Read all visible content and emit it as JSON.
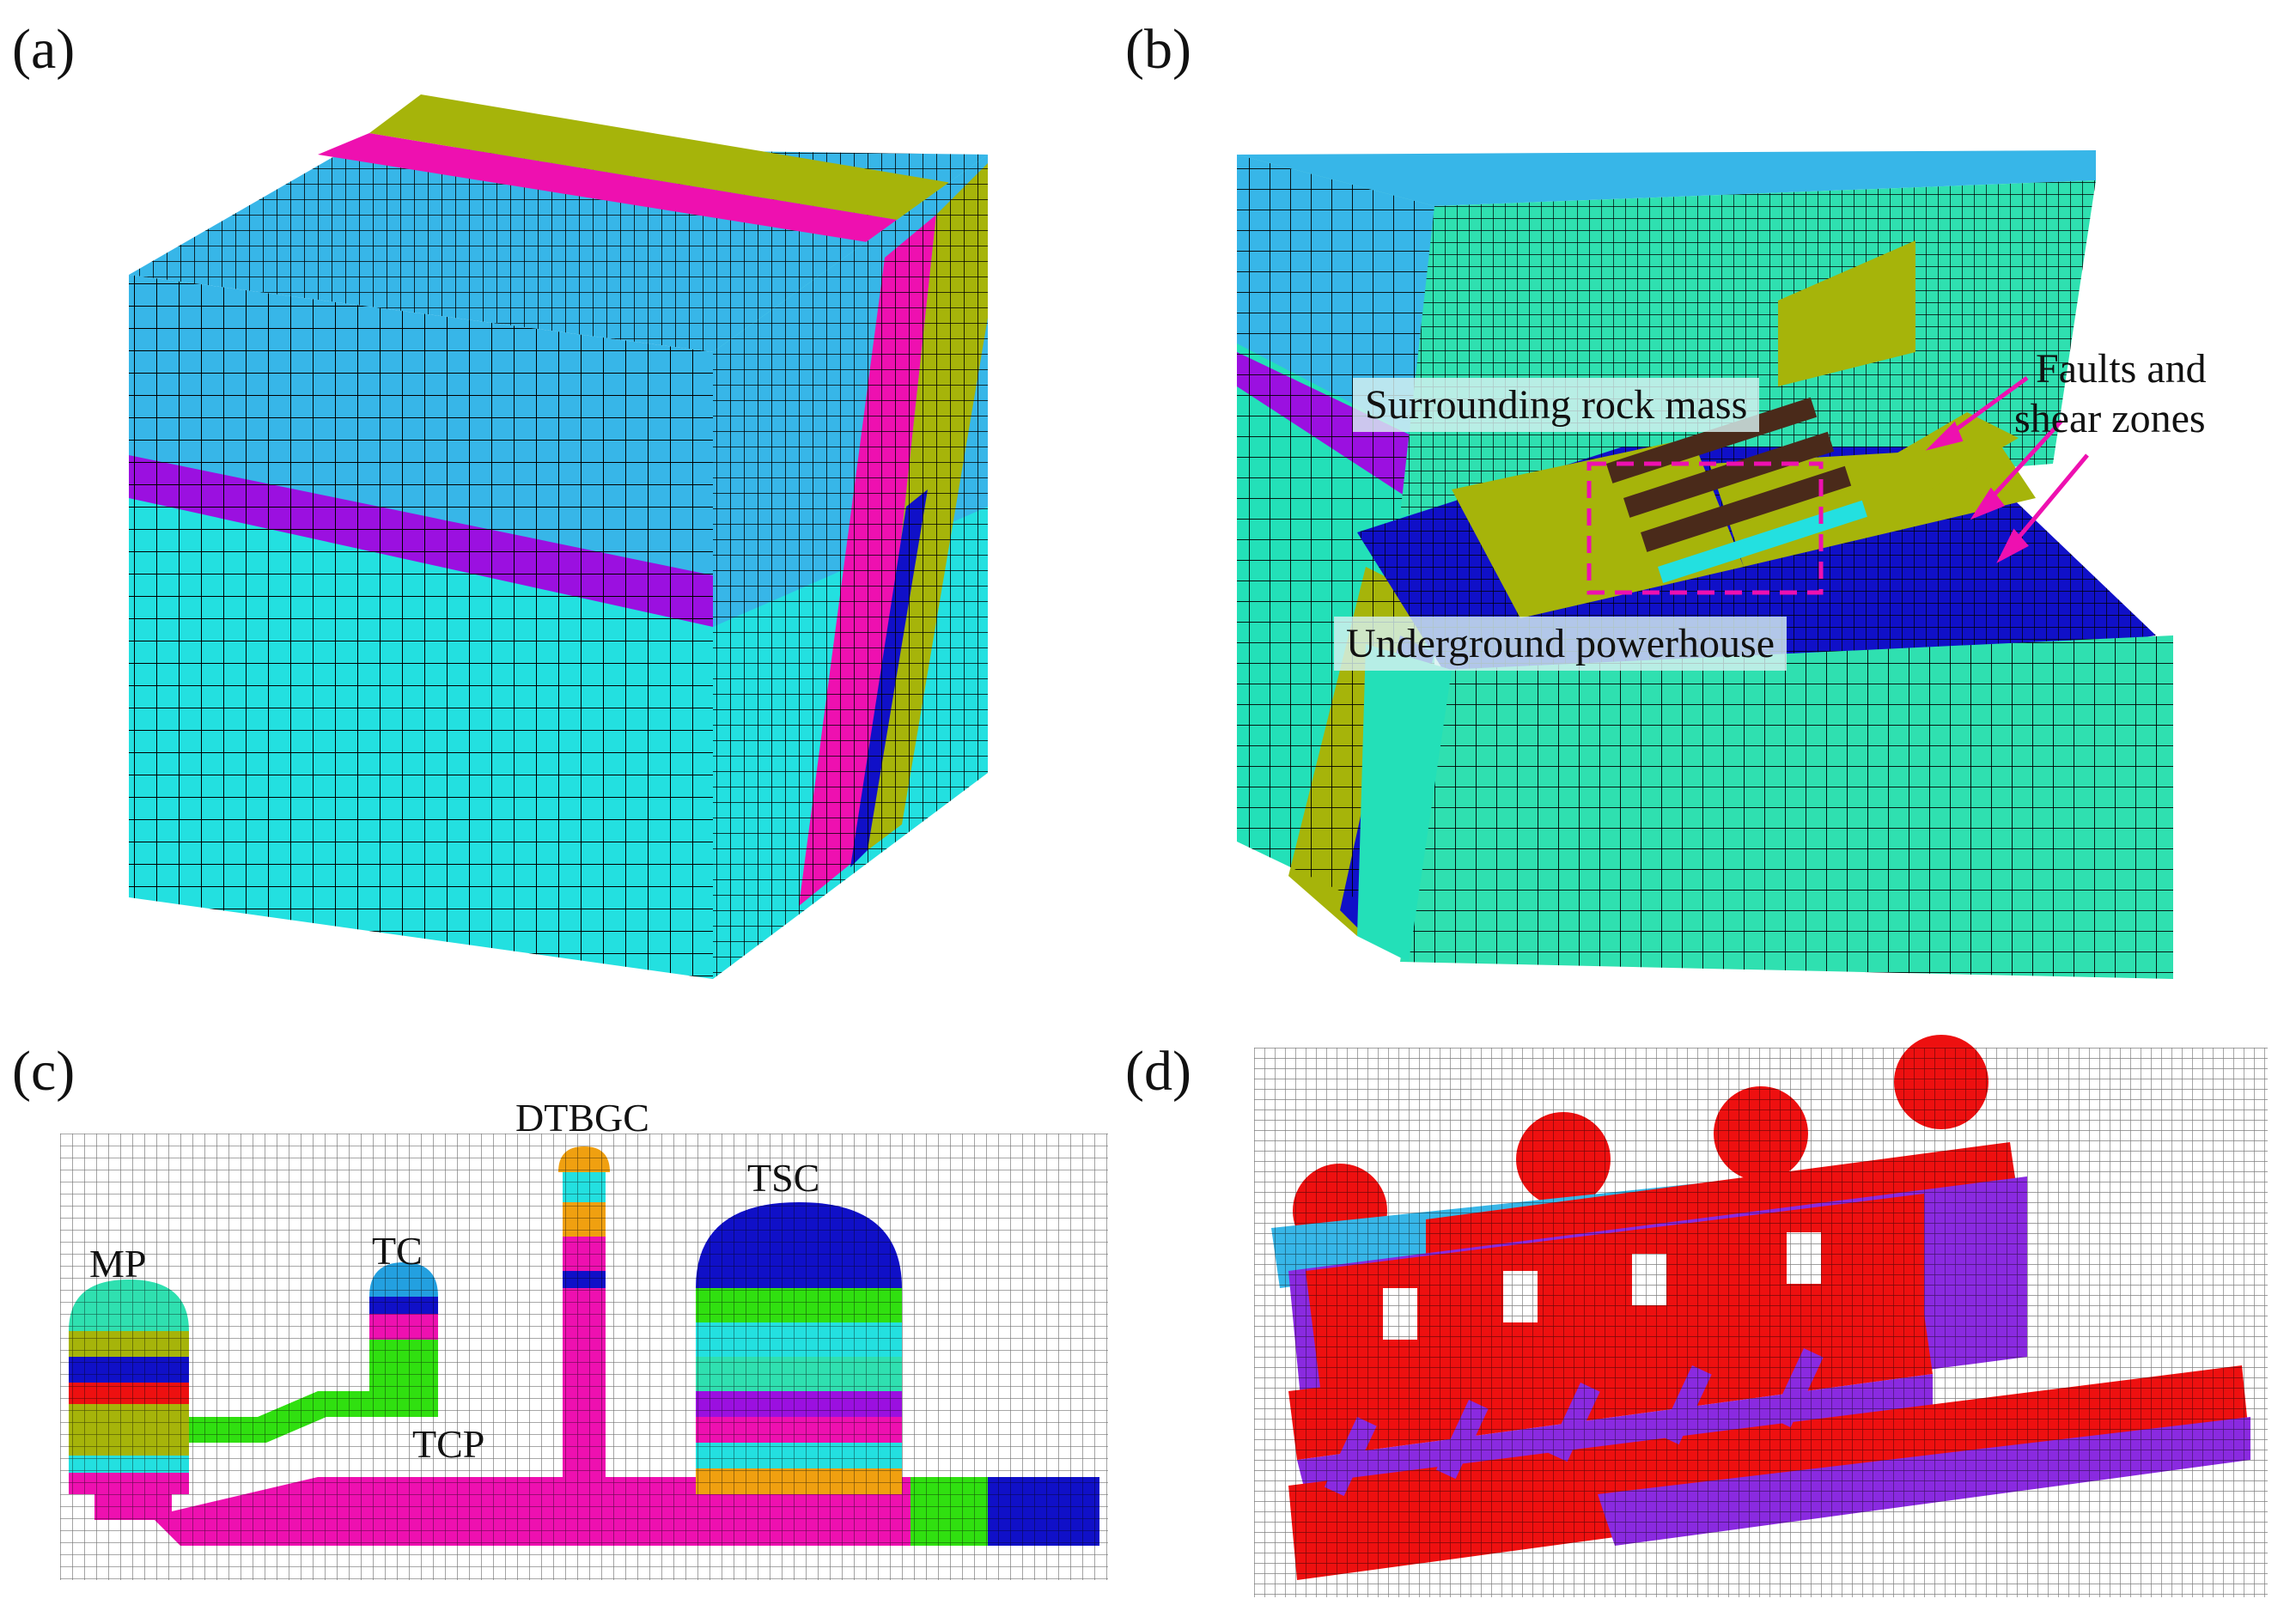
{
  "panels": {
    "a": {
      "label": "(a)"
    },
    "b": {
      "label": "(b)",
      "annotations": {
        "rock": "Surrounding rock mass",
        "powerhouse": "Underground powerhouse",
        "faults_line1": "Faults and",
        "faults_line2": "shear zones"
      }
    },
    "c": {
      "label": "(c)",
      "annotations": {
        "mp": "MP",
        "tc": "TC",
        "dtbgc": "DTBGC",
        "tsc": "TSC",
        "tcp": "TCP"
      }
    },
    "d": {
      "label": "(d)"
    }
  },
  "colors": {
    "cyan_light": "#37b6e8",
    "cyan": "#23e0e0",
    "teal": "#2fe0b0",
    "purple": "#9b10e0",
    "magenta": "#ee10b0",
    "olive": "#a6b40a",
    "navy": "#1010c8",
    "red": "#ee1010",
    "violet": "#8a2ae0",
    "green": "#30e010",
    "orange": "#f0a010",
    "mesh": "#000000"
  }
}
